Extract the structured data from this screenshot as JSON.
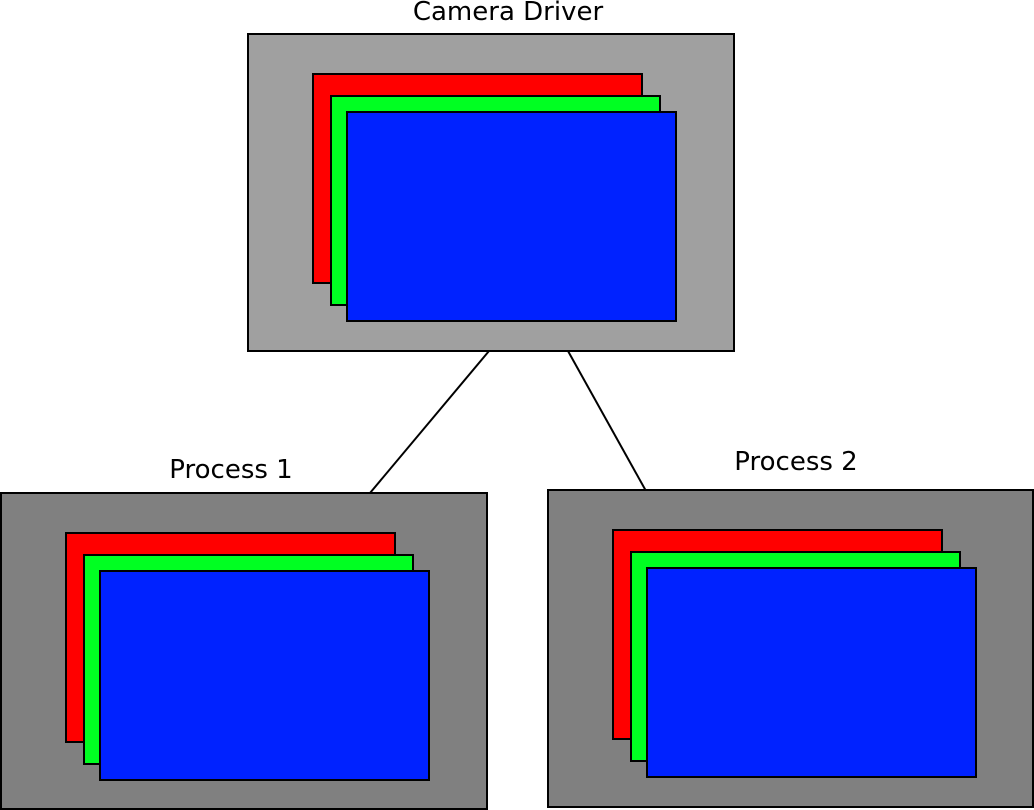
{
  "diagram": {
    "nodes": [
      {
        "id": "camera-driver",
        "label": "Camera Driver",
        "fill": "#a0a0a0",
        "buffers": [
          "#ff0000",
          "#00ff22",
          "#0022ff"
        ]
      },
      {
        "id": "process-1",
        "label": "Process 1",
        "fill": "#808080",
        "buffers": [
          "#ff0000",
          "#00ff22",
          "#0022ff"
        ]
      },
      {
        "id": "process-2",
        "label": "Process 2",
        "fill": "#808080",
        "buffers": [
          "#ff0000",
          "#00ff22",
          "#0022ff"
        ]
      }
    ],
    "edges": [
      {
        "from": "camera-driver",
        "to": "process-1"
      },
      {
        "from": "camera-driver",
        "to": "process-2"
      }
    ]
  }
}
